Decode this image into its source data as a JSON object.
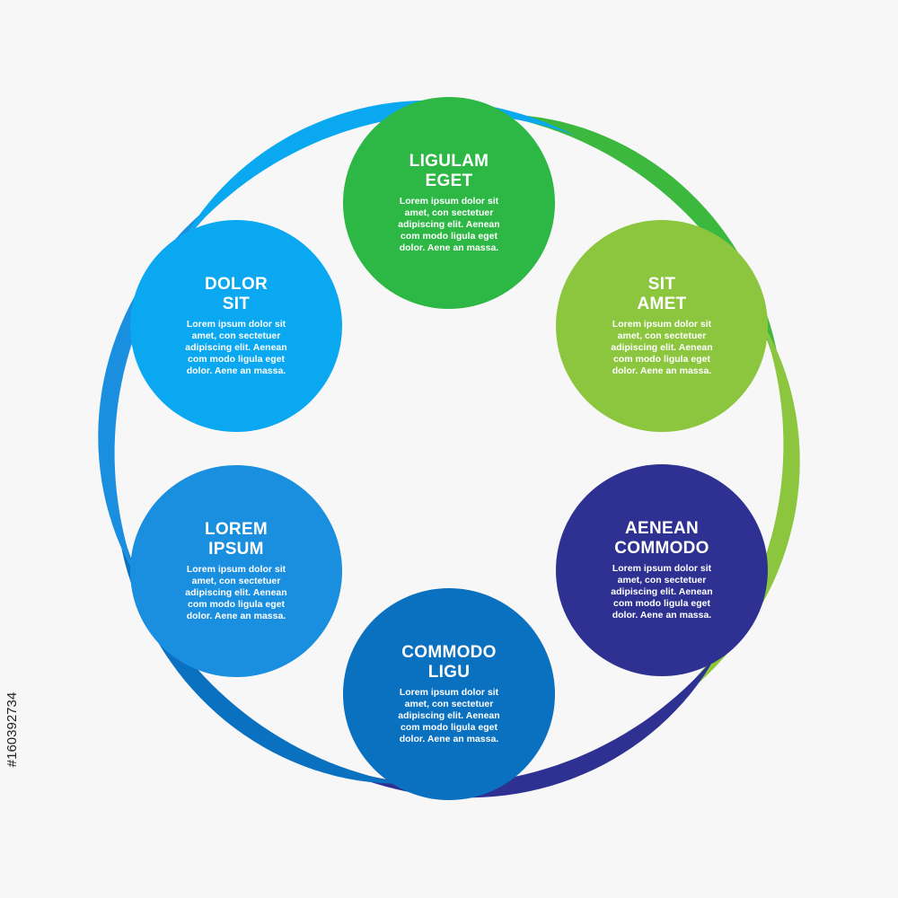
{
  "diagram": {
    "nodes": [
      {
        "id": "ligulam-eget",
        "title": "LIGULAM\nEGET",
        "body": "Lorem ipsum dolor sit\namet, con sectetuer\nadipiscing elit. Aenean\ncom modo ligula eget\ndolor. Aene an massa.",
        "color": "#2db744"
      },
      {
        "id": "sit-amet",
        "title": "SIT\nAMET",
        "body": "Lorem ipsum dolor sit\namet, con sectetuer\nadipiscing elit. Aenean\ncom modo ligula eget\ndolor. Aene an massa.",
        "color": "#8cc63f"
      },
      {
        "id": "aenean-commodo",
        "title": "AENEAN\nCOMMODO",
        "body": "Lorem ipsum dolor sit\namet, con sectetuer\nadipiscing elit. Aenean\ncom modo ligula eget\ndolor. Aene an massa.",
        "color": "#2e3192"
      },
      {
        "id": "commodo-ligu",
        "title": "COMMODO\nLIGU",
        "body": "Lorem ipsum dolor sit\namet, con sectetuer\nadipiscing elit. Aenean\ncom modo ligula eget\ndolor. Aene an massa.",
        "color": "#0a70c0"
      },
      {
        "id": "lorem-ipsum",
        "title": "LOREM\nIPSUM",
        "body": "Lorem ipsum dolor sit\namet, con sectetuer\nadipiscing elit. Aenean\ncom modo ligula eget\ndolor. Aene an massa.",
        "color": "#1a8fe0"
      },
      {
        "id": "dolor-sit",
        "title": "DOLOR\nSIT",
        "body": "Lorem ipsum dolor sit\namet, con sectetuer\nadipiscing elit. Aenean\ncom modo ligula eget\ndolor. Aene an massa.",
        "color": "#0aa8f0"
      }
    ],
    "connectors": [
      {
        "from": "ligulam-eget",
        "to": "sit-amet",
        "color": "#3db83f"
      },
      {
        "from": "sit-amet",
        "to": "aenean-commodo",
        "color": "#8cc63f"
      },
      {
        "from": "aenean-commodo",
        "to": "commodo-ligu",
        "color": "#2e3192"
      },
      {
        "from": "commodo-ligu",
        "to": "lorem-ipsum",
        "color": "#0a70c0"
      },
      {
        "from": "lorem-ipsum",
        "to": "dolor-sit",
        "color": "#1a8fe0"
      },
      {
        "from": "dolor-sit",
        "to": "ligulam-eget",
        "color": "#0aa8f0"
      }
    ]
  },
  "watermark": {
    "stock_id": "#160392734"
  }
}
